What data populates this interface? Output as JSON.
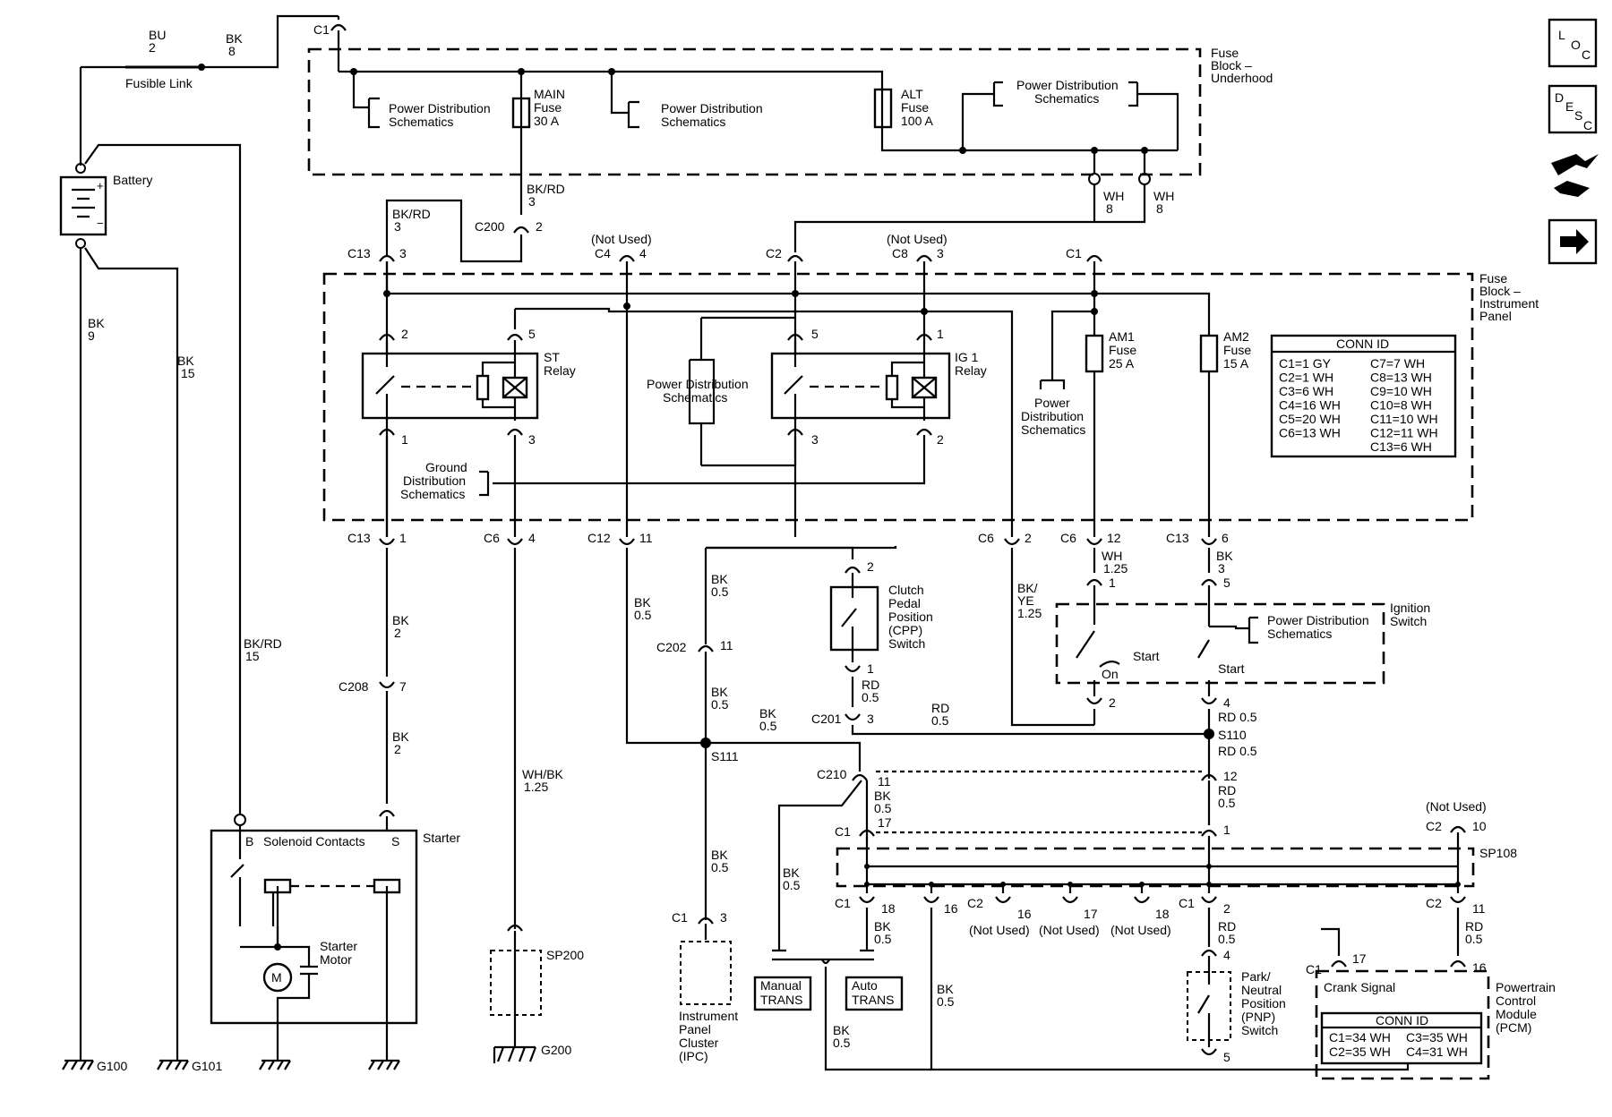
{
  "modules": {
    "fuse_block_underhood": "Fuse Block – Underhood",
    "fuse_block_ip": "Fuse Block – Instrument Panel",
    "battery": "Battery",
    "fusible_link": "Fusible Link",
    "starter": "Starter",
    "solenoid_contacts": "Solenoid Contacts",
    "starter_motor": "Starter Motor",
    "st_relay": "ST Relay",
    "ig1_relay": "IG 1 Relay",
    "ignition_switch": "Ignition Switch",
    "cpp_switch": "Clutch Pedal Position (CPP) Switch",
    "pnp_switch": "Park/ Neutral Position (PNP) Switch",
    "ipc": "Instrument Panel Cluster (IPC)",
    "pcm": "Powertrain Control Module (PCM)",
    "crank_signal": "Crank Signal",
    "manual_trans": "Manual TRANS",
    "auto_trans": "Auto TRANS"
  },
  "refs": {
    "power_distribution": "Power Distribution Schematics",
    "ground_distribution": "Ground Distribution Schematics"
  },
  "fuses": [
    {
      "name": "MAIN Fuse",
      "rating": "30 A"
    },
    {
      "name": "ALT Fuse",
      "rating": "100 A"
    },
    {
      "name": "AM1 Fuse",
      "rating": "25 A"
    },
    {
      "name": "AM2 Fuse",
      "rating": "15 A"
    }
  ],
  "conn_id_ip": {
    "title": "CONN ID",
    "rows": [
      [
        "C1=1 GY",
        "C7=7 WH"
      ],
      [
        "C2=1 WH",
        "C8=13 WH"
      ],
      [
        "C3=6 WH",
        "C9=10 WH"
      ],
      [
        "C4=16 WH",
        "C10=8 WH"
      ],
      [
        "C5=20 WH",
        "C11=10 WH"
      ],
      [
        "C6=13 WH",
        "C12=11 WH"
      ],
      [
        "",
        "C13=6 WH"
      ]
    ]
  },
  "conn_id_pcm": {
    "title": "CONN ID",
    "rows": [
      [
        "C1=34 WH",
        "C3=35 WH"
      ],
      [
        "C2=35 WH",
        "C4=31 WH"
      ]
    ]
  },
  "grounds": [
    "G100",
    "G101",
    "G200"
  ],
  "splices": [
    "S110",
    "S111",
    "SP108",
    "SP200"
  ],
  "text": {
    "not_used": "(Not Used)",
    "start": "Start",
    "on": "On",
    "b": "B",
    "s": "S",
    "m": "M"
  },
  "icons": {
    "loc": "LOC",
    "desc": "DESC"
  }
}
